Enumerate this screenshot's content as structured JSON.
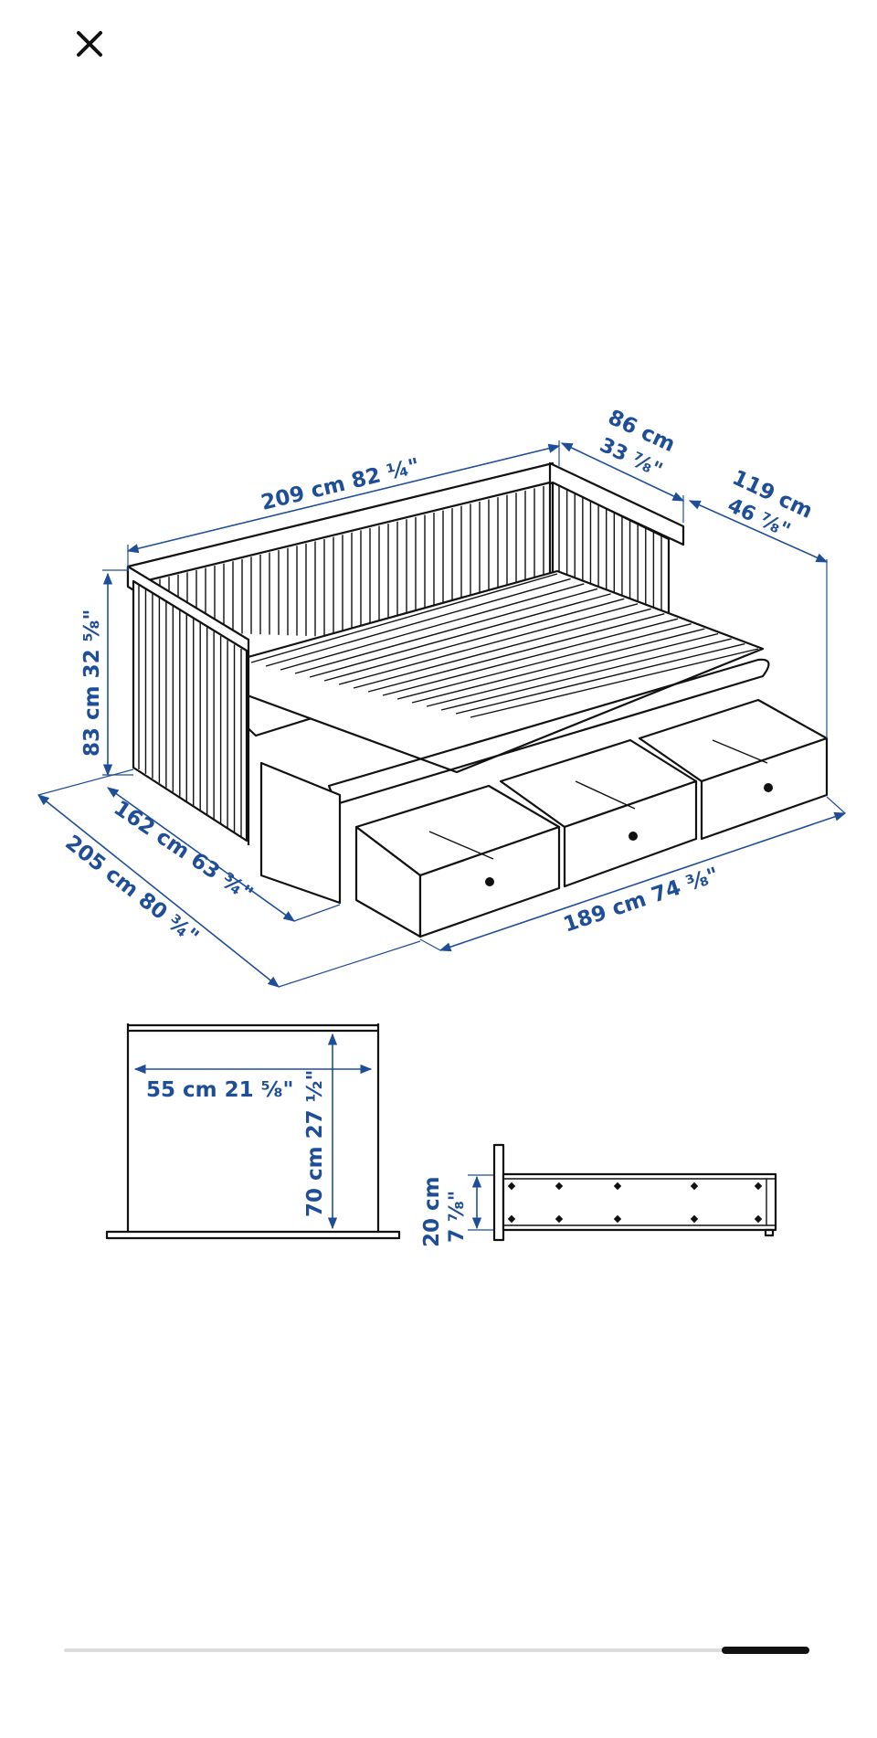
{
  "close_button": {
    "icon": "close-icon",
    "color": "#111111"
  },
  "dimension_color": "#1f4e98",
  "dimensions": {
    "length_top": "209 cm 82 ¼\"",
    "depth_top_cm": "86 cm",
    "depth_top_in": "33 ⅞\"",
    "depth_open_cm": "119 cm",
    "depth_open_in": "46 ⅞\"",
    "height": "83 cm 32 ⅝\"",
    "width_closed": "162 cm 63 ¾\"",
    "width_open": "205 cm 80 ¾\"",
    "front_length": "189 cm 74 ⅜\"",
    "drawer_width": "55 cm 21 ⅝\"",
    "drawer_depth": "70 cm 27 ½\"",
    "drawer_height_cm": "20 cm",
    "drawer_height_in": "7 ⅞\""
  },
  "scrollbar": {
    "position": 0.92
  }
}
